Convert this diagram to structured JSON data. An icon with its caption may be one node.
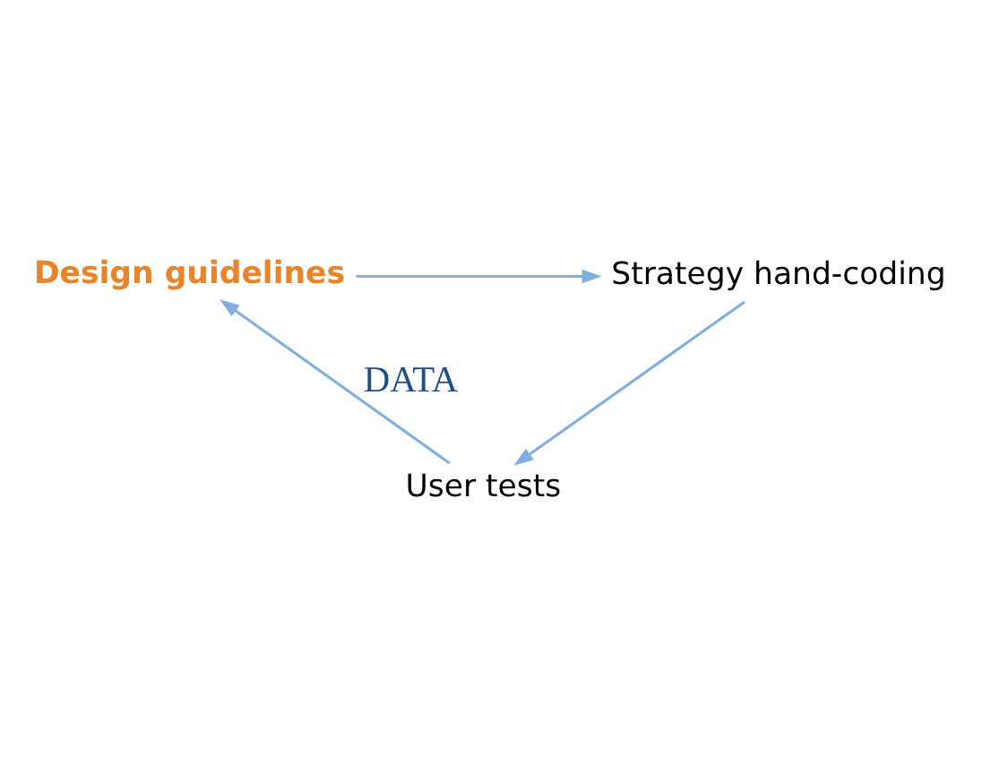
{
  "diagram": {
    "nodes": [
      {
        "text": [
          "Design guidelines"
        ]
      },
      {
        "text": [
          "Strategy hand-coding"
        ]
      },
      {
        "text": [
          "User tests"
        ]
      }
    ],
    "edges": [
      {
        "from": 0,
        "to": 1,
        "arrow": "to"
      },
      {
        "from": 1,
        "to": 2,
        "arrow": "to"
      },
      {
        "from": 2,
        "to": 0,
        "arrow": "to",
        "label": "DATA"
      }
    ]
  }
}
